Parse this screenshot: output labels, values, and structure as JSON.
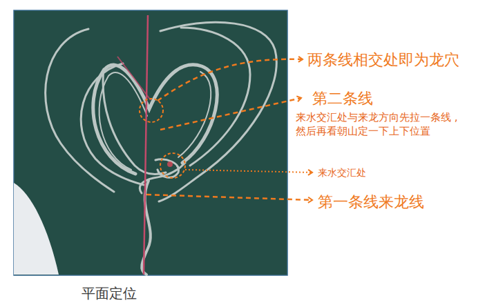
{
  "diagram": {
    "caption": "平面定位",
    "labels": [
      "两条线相交处即为龙穴",
      "第二条线",
      "来水交汇处与来龙方向先拉一条线 ,然后再看朝山定一下上下位置",
      "来水交汇处",
      "第一条线来龙线"
    ]
  }
}
